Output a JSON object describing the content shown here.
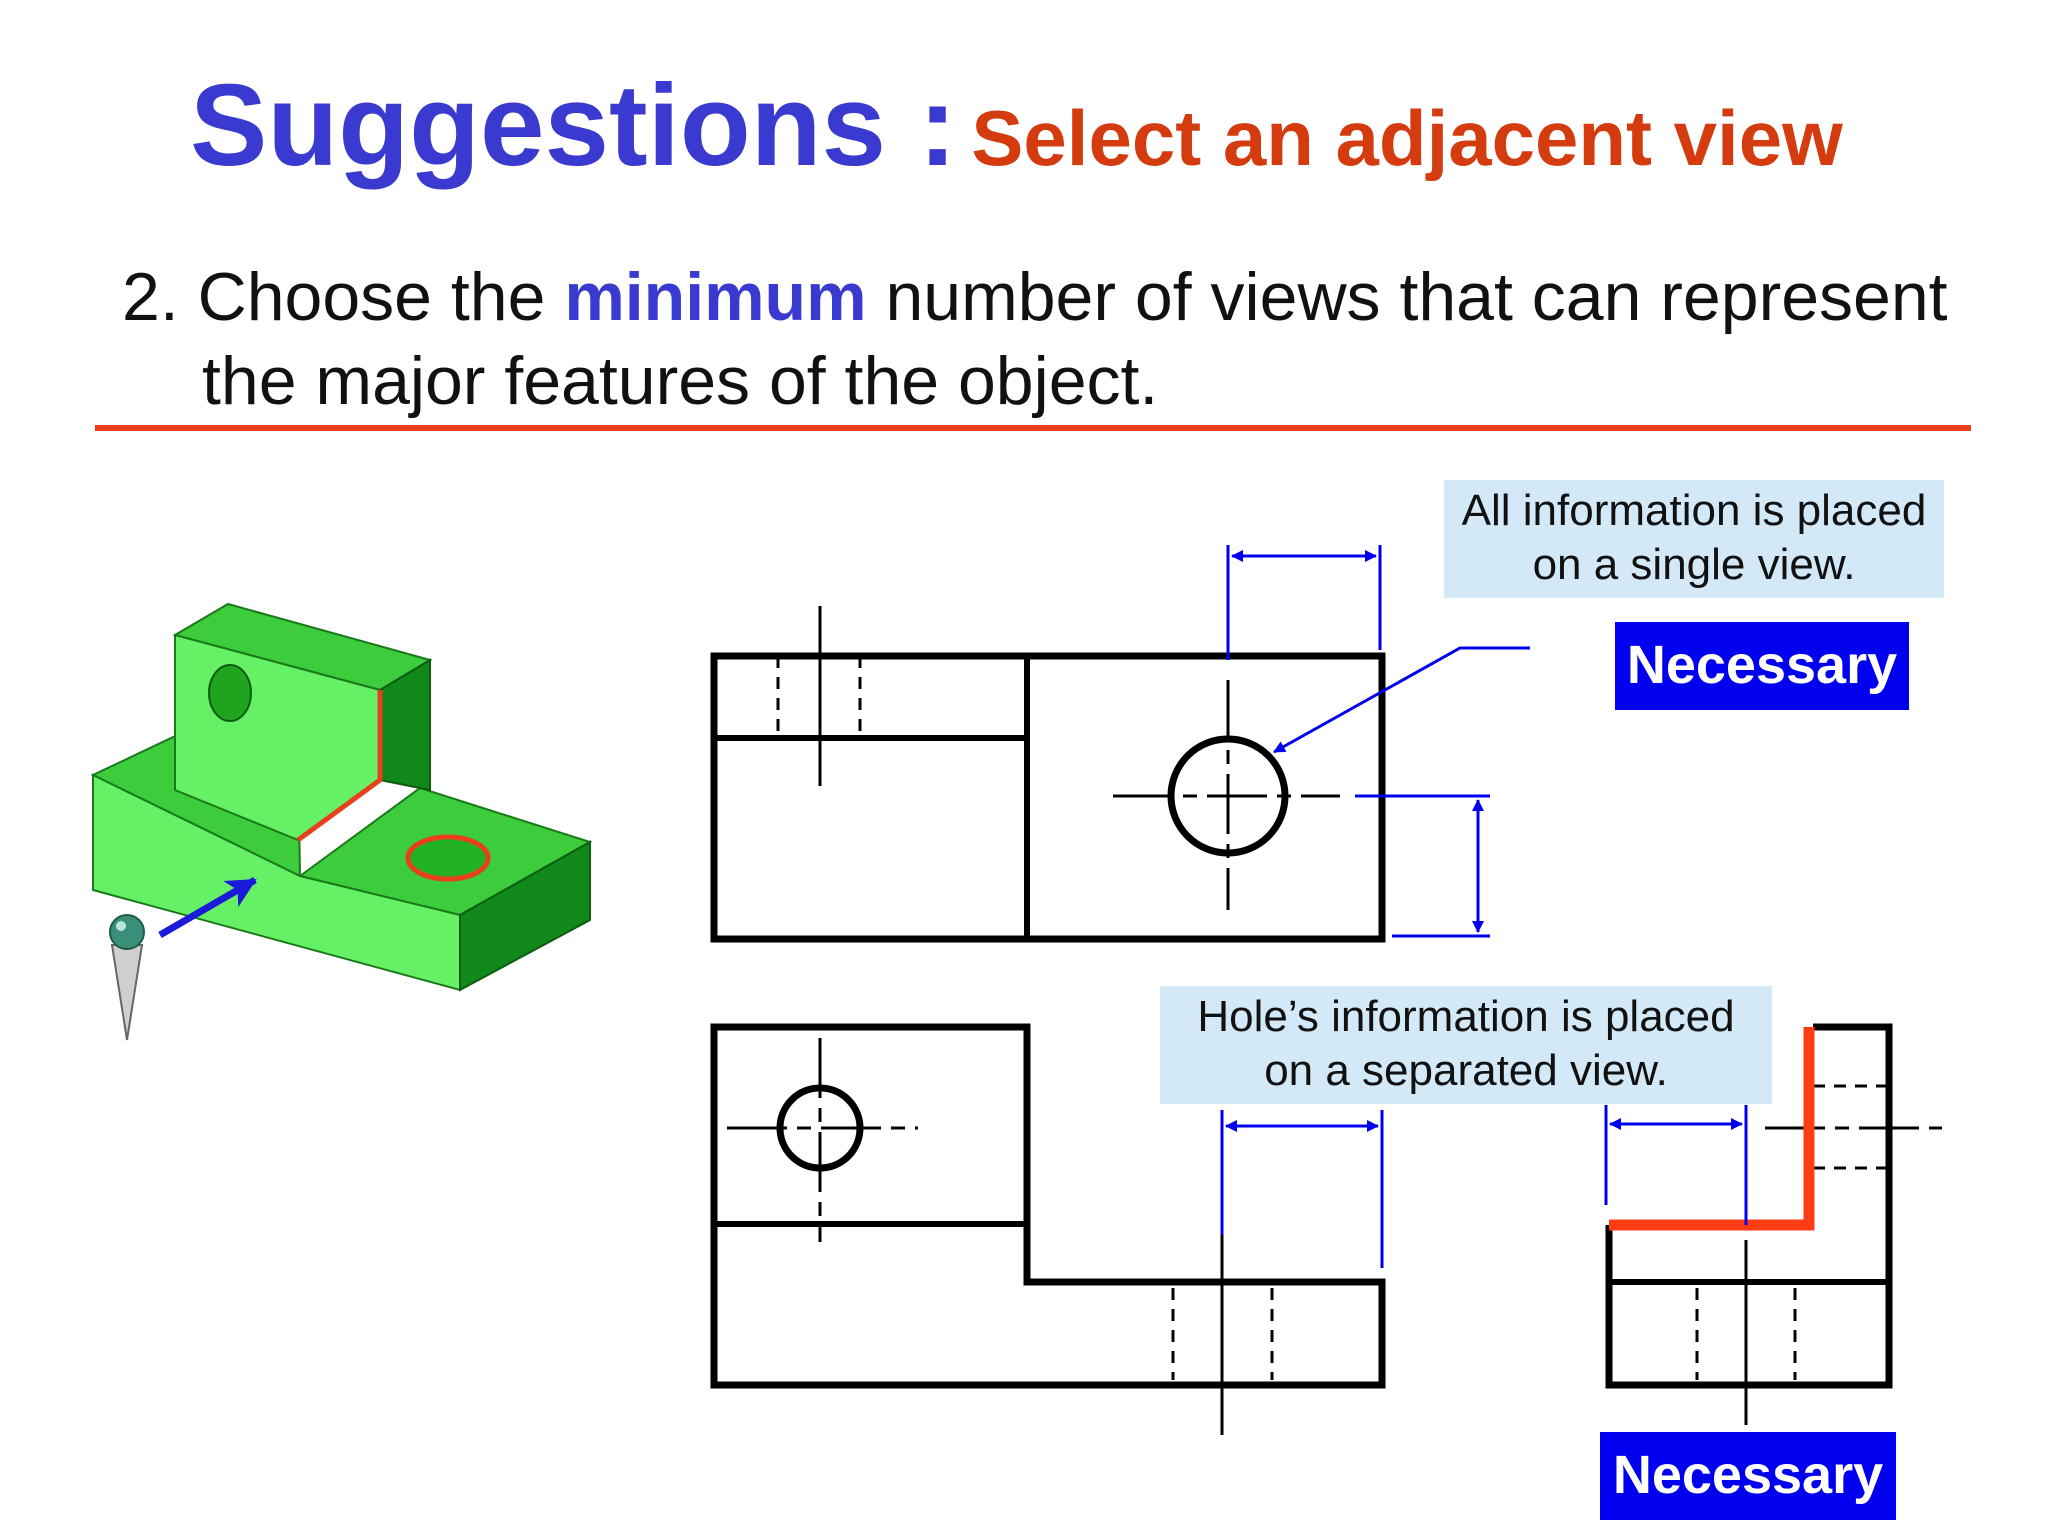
{
  "title": {
    "main": "Suggestions :",
    "sub": "Select an adjacent view"
  },
  "body": {
    "prefix": "2. Choose the ",
    "highlight": "minimum",
    "suffix": " number of views that can represent",
    "line2": "the major features of the object."
  },
  "callouts": {
    "single_line1": "All information is placed",
    "single_line2": "on a single view.",
    "separated_line1": "Hole’s information is placed",
    "separated_line2": "on a separated view."
  },
  "badges": {
    "top": "Necessary",
    "bottom": "Necessary"
  },
  "colors": {
    "title_blue": "#3a3ad0",
    "accent_red": "#d43c10",
    "rule_red": "#e8401c",
    "dimension_blue": "#0000ee",
    "badge_blue": "#0000ee",
    "callout_bg": "#d3e9f7",
    "object_green": "#66f066"
  },
  "icons": {
    "viewer": "observer-eye-icon",
    "view_arrow": "view-direction-arrow-icon"
  }
}
